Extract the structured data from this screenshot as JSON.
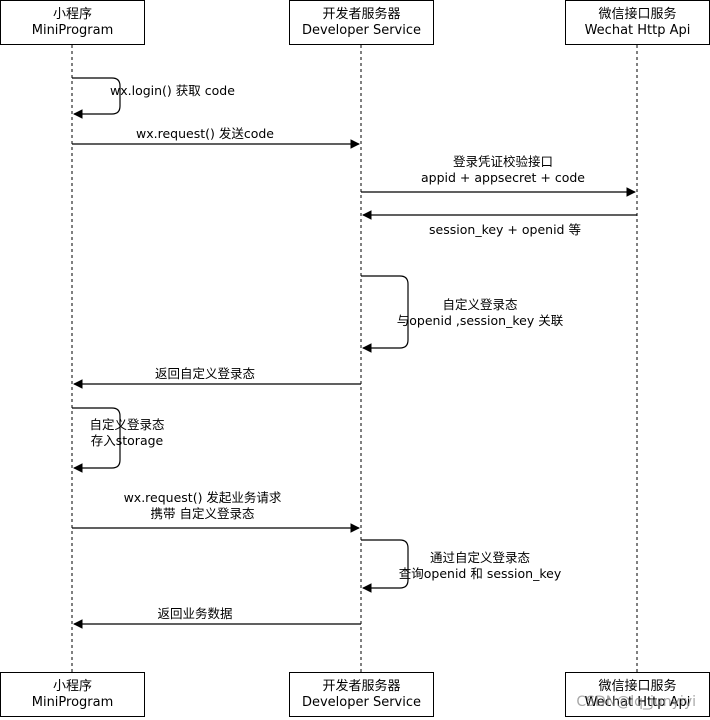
{
  "participants": [
    {
      "name_cn": "小程序",
      "name_en": "MiniProgram"
    },
    {
      "name_cn": "开发者服务器",
      "name_en": "Developer Service"
    },
    {
      "name_cn": "微信接口服务",
      "name_en": "Wechat Http Api"
    }
  ],
  "messages": [
    {
      "lines": [
        "wx.login() 获取 code"
      ]
    },
    {
      "lines": [
        "wx.request() 发送code"
      ]
    },
    {
      "lines": [
        "登录凭证校验接口",
        "appid + appsecret + code"
      ]
    },
    {
      "lines": [
        "session_key + openid 等"
      ]
    },
    {
      "lines": [
        "自定义登录态",
        "与openid ,session_key 关联"
      ]
    },
    {
      "lines": [
        "返回自定义登录态"
      ]
    },
    {
      "lines": [
        "自定义登录态",
        "存入storage"
      ]
    },
    {
      "lines": [
        "wx.request() 发起业务请求",
        "携带 自定义登录态"
      ]
    },
    {
      "lines": [
        "通过自定义登录态",
        "查询openid 和 session_key"
      ]
    },
    {
      "lines": [
        "返回业务数据"
      ]
    }
  ],
  "watermark": "CSDN@lq_junyiyi"
}
